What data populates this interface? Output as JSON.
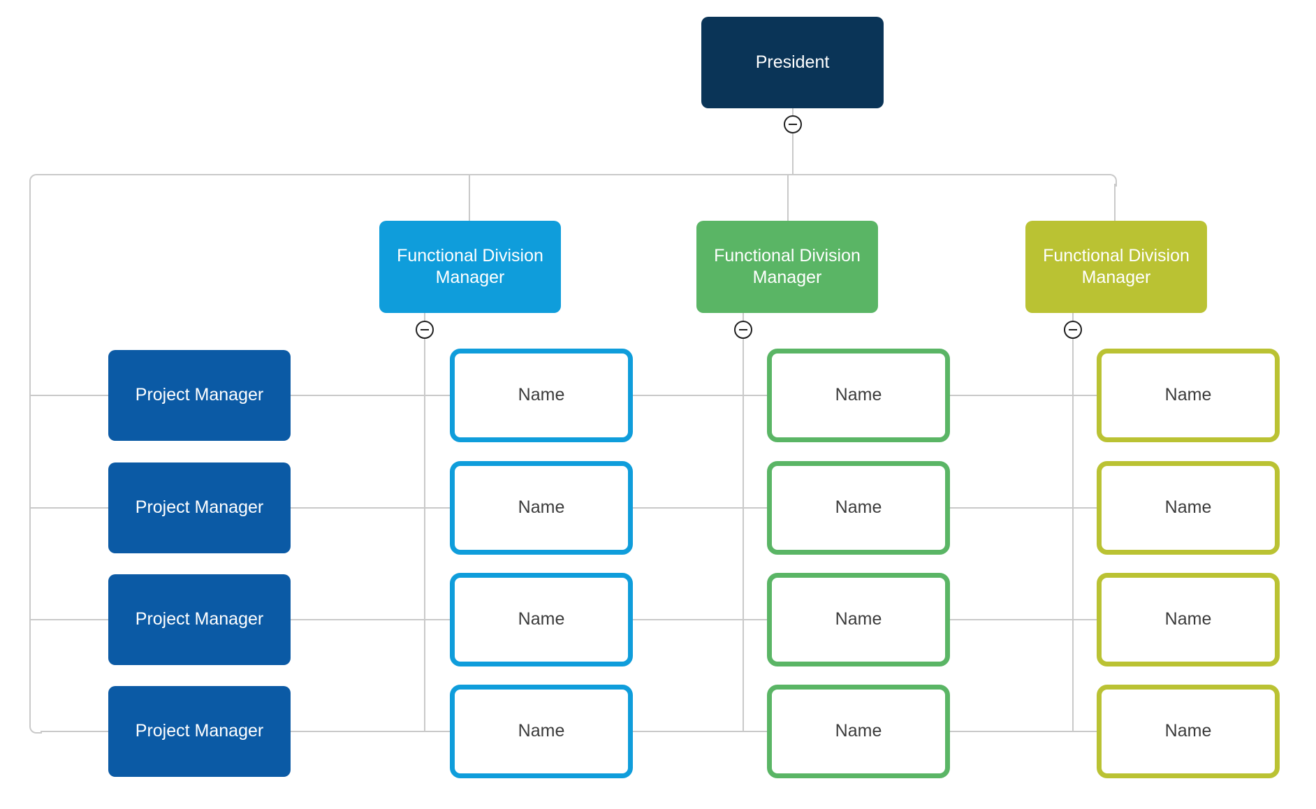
{
  "diagram": {
    "type": "matrix-org-chart",
    "nodes": {
      "president": {
        "label": "President"
      },
      "division_managers": [
        {
          "label": "Functional Division Manager",
          "color": "#0f9ddb"
        },
        {
          "label": "Functional Division Manager",
          "color": "#5ab565"
        },
        {
          "label": "Functional Division Manager",
          "color": "#bac233"
        }
      ],
      "project_managers": [
        {
          "label": "Project Manager"
        },
        {
          "label": "Project Manager"
        },
        {
          "label": "Project Manager"
        },
        {
          "label": "Project Manager"
        }
      ],
      "name_cells": [
        [
          "Name",
          "Name",
          "Name"
        ],
        [
          "Name",
          "Name",
          "Name"
        ],
        [
          "Name",
          "Name",
          "Name"
        ],
        [
          "Name",
          "Name",
          "Name"
        ]
      ]
    },
    "icons": {
      "collapse": "minus-circle-icon"
    },
    "colors": {
      "president_fill": "#0a3457",
      "project_manager_fill": "#0b5aa5",
      "division_1": "#0f9ddb",
      "division_2": "#5ab565",
      "division_3": "#bac233",
      "connector_line": "#c9c9c9",
      "name_text": "#3b3b3b",
      "box_text": "#ffffff"
    }
  }
}
